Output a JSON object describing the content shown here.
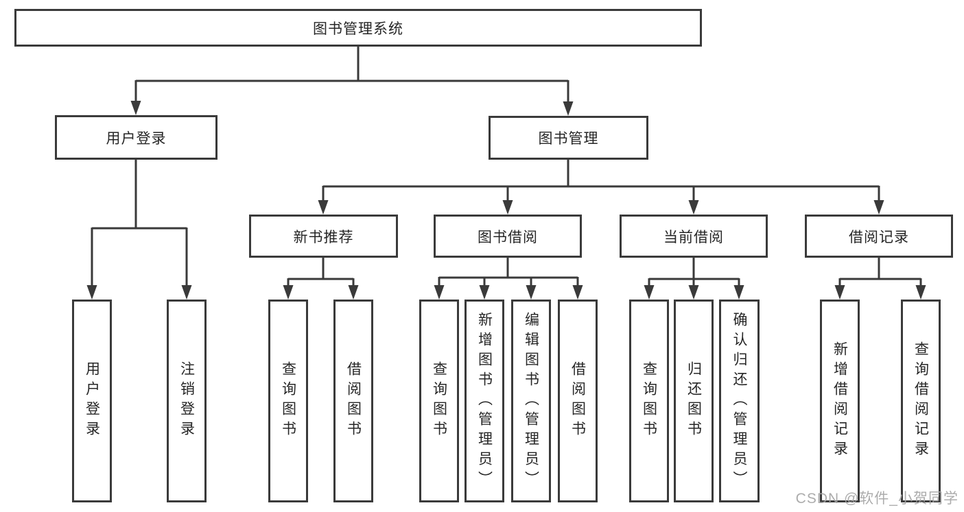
{
  "diagram": {
    "root": {
      "label": "图书管理系统"
    },
    "level2": [
      {
        "label": "用户登录"
      },
      {
        "label": "图书管理"
      }
    ],
    "level3": [
      {
        "label": "新书推荐"
      },
      {
        "label": "图书借阅"
      },
      {
        "label": "当前借阅"
      },
      {
        "label": "借阅记录"
      }
    ],
    "leaves": [
      {
        "label": "用户登录",
        "parent": "用户登录"
      },
      {
        "label": "注销登录",
        "parent": "用户登录"
      },
      {
        "label": "查询图书",
        "parent": "新书推荐"
      },
      {
        "label": "借阅图书",
        "parent": "新书推荐"
      },
      {
        "label": "查询图书",
        "parent": "图书借阅"
      },
      {
        "label": "新增图书（管理员）",
        "parent": "图书借阅"
      },
      {
        "label": "编辑图书（管理员）",
        "parent": "图书借阅"
      },
      {
        "label": "借阅图书",
        "parent": "图书借阅"
      },
      {
        "label": "查询图书",
        "parent": "当前借阅"
      },
      {
        "label": "归还图书",
        "parent": "当前借阅"
      },
      {
        "label": "确认归还（管理员）",
        "parent": "当前借阅"
      },
      {
        "label": "新增借阅记录",
        "parent": "借阅记录"
      },
      {
        "label": "查询借阅记录",
        "parent": "借阅记录"
      }
    ]
  },
  "watermark": {
    "text": "CSDN @软件_小贺同学"
  },
  "colors": {
    "line": "#3a3a3a",
    "text": "#262626",
    "background": "#ffffff",
    "watermark": "#a5a5a5"
  }
}
